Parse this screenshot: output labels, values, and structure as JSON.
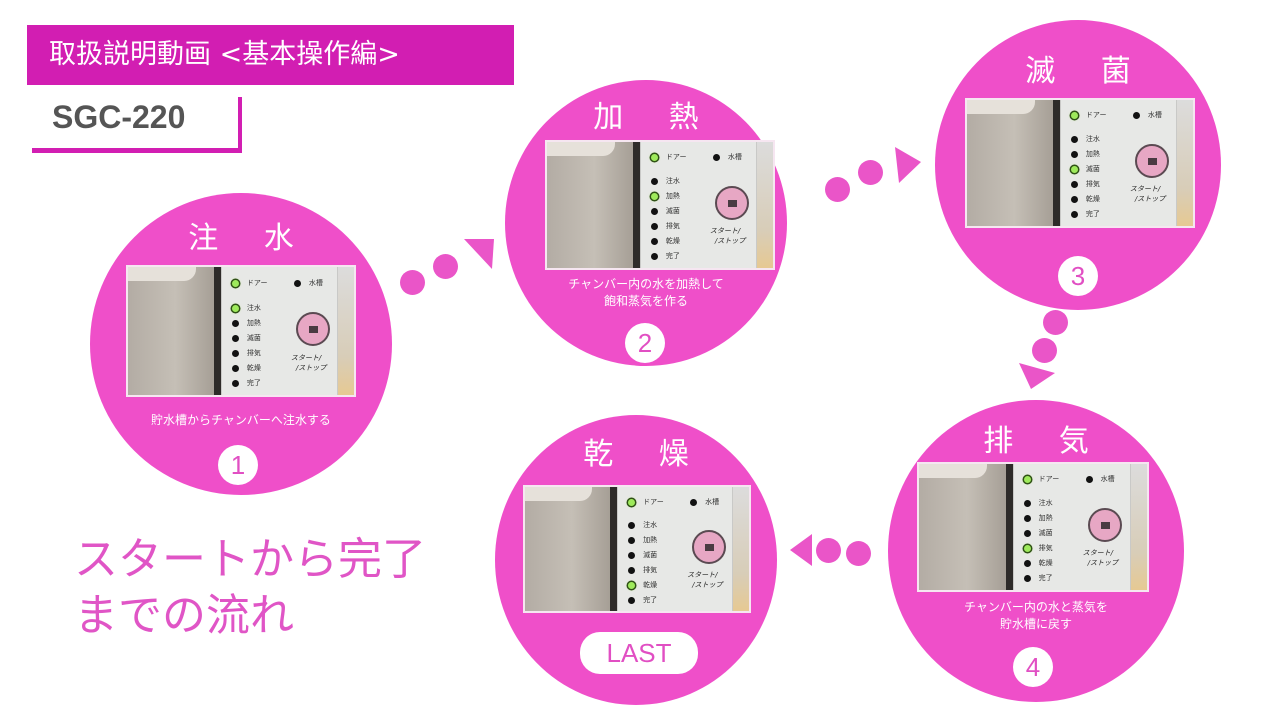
{
  "header": {
    "title": "取扱説明動画 <基本操作編>",
    "model": "SGC-220"
  },
  "caption": {
    "line1": "スタートから完了",
    "line2": "までの流れ"
  },
  "colors": {
    "brand_magenta": "#d21eb2",
    "circle_pink": "#ef4fc9",
    "caption_pink": "#e055c6",
    "model_text": "#555555",
    "led_on": "#9eea5b",
    "led_off": "#121212"
  },
  "panel_labels": {
    "door": "ドアー",
    "tank": "水槽",
    "start_stop_1": "スタート/",
    "start_stop_2": "/ストップ",
    "stages": [
      "注水",
      "加熱",
      "滅菌",
      "排気",
      "乾燥",
      "完了"
    ]
  },
  "steps": [
    {
      "title": "注 水",
      "description_line1": "貯水槽からチャンバーへ注水する",
      "description_line2": "",
      "badge": "1",
      "active_stage": "注水"
    },
    {
      "title": "加 熱",
      "description_line1": "チャンバー内の水を加熱して",
      "description_line2": "飽和蒸気を作る",
      "badge": "2",
      "active_stage": "加熱"
    },
    {
      "title": "滅 菌",
      "description_line1": "",
      "description_line2": "",
      "badge": "3",
      "active_stage": "滅菌"
    },
    {
      "title": "排 気",
      "description_line1": "チャンバー内の水と蒸気を",
      "description_line2": "貯水槽に戻す",
      "badge": "4",
      "active_stage": "排気"
    },
    {
      "title": "乾 燥",
      "description_line1": "",
      "description_line2": "",
      "badge": "LAST",
      "active_stage": "乾燥"
    }
  ]
}
